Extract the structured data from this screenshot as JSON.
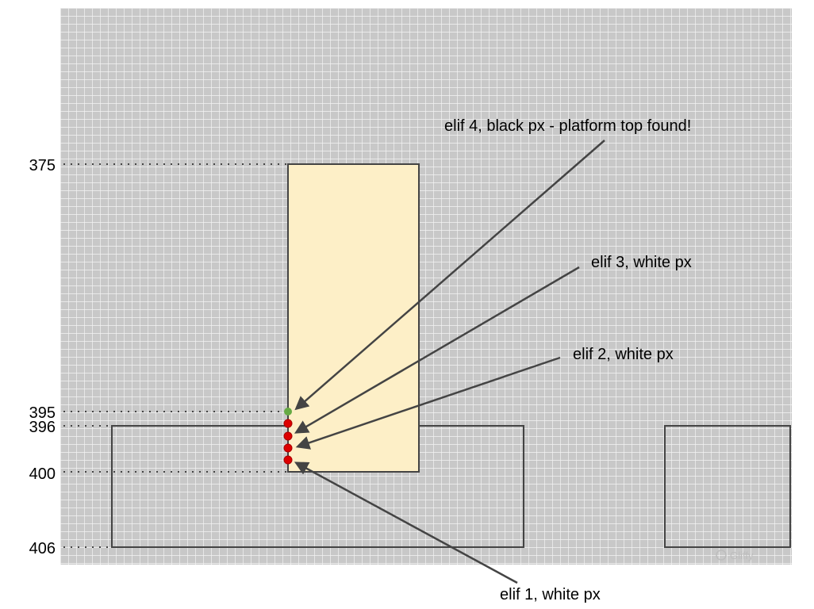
{
  "colors": {
    "grid_bg": "#c8c8c8",
    "grid_line": "#f4f4f4",
    "player_fill": "#fdefc7",
    "outline": "#444444",
    "probe_red": "#dd0000",
    "probe_green": "#66aa44",
    "arrow": "#444444"
  },
  "ticks": [
    "375",
    "395",
    "396",
    "400",
    "406"
  ],
  "annotations": [
    {
      "text": "elif 4, black px - platform top found!",
      "target": "probe-395"
    },
    {
      "text": "elif 3, white px",
      "target": "probe-397"
    },
    {
      "text": "elif 2, white px",
      "target": "probe-398"
    },
    {
      "text": "elif 1, white px",
      "target": "probe-399"
    }
  ],
  "probes": [
    {
      "id": "probe-395",
      "color": "green"
    },
    {
      "id": "probe-396",
      "color": "red"
    },
    {
      "id": "probe-397",
      "color": "red"
    },
    {
      "id": "probe-398",
      "color": "red"
    },
    {
      "id": "probe-399",
      "color": "red"
    }
  ],
  "watermark": "Gliffy"
}
